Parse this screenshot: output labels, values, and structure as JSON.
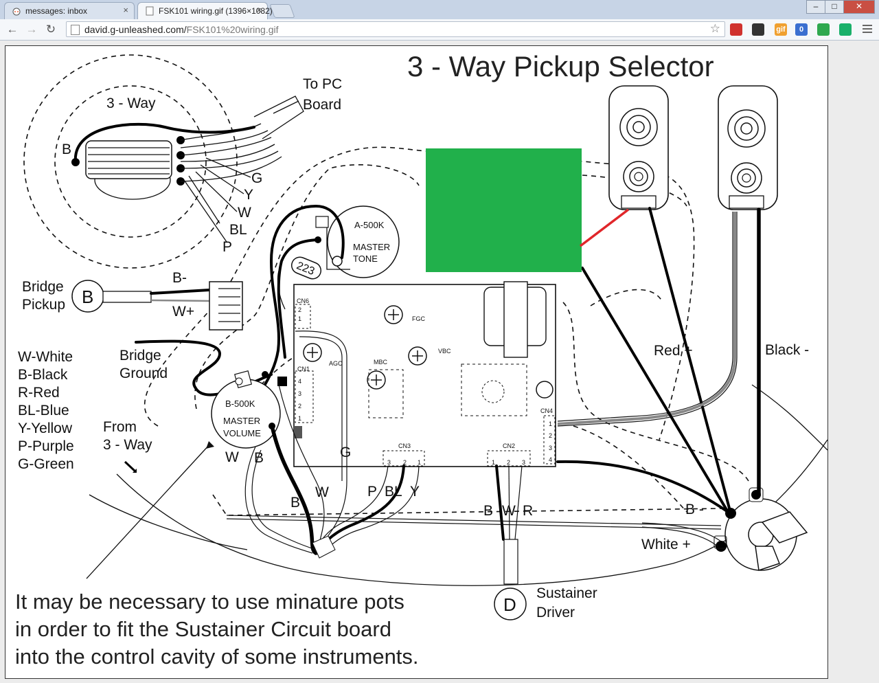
{
  "tabs": [
    {
      "title": "messages: inbox",
      "close": "×"
    },
    {
      "title": "FSK101 wiring.gif (1396×1082)",
      "close": "×"
    }
  ],
  "window_controls": {
    "minimize": "–",
    "maximize": "□",
    "close": "✕"
  },
  "toolbar": {
    "back": "←",
    "forward": "→",
    "reload": "↻",
    "url_host": "david.g-unleashed.com/",
    "url_path": "FSK101%20wiring.gif",
    "bookmark": "☆"
  },
  "extensions": [
    {
      "name": "stop-icon",
      "label": "",
      "color": "#d0312d"
    },
    {
      "name": "mask-icon",
      "label": "",
      "color": "#333333"
    },
    {
      "name": "gif-icon",
      "label": "gif",
      "color": "#f0a030"
    },
    {
      "name": "lock-badge-icon",
      "label": "0",
      "color": "#3b6fd0"
    },
    {
      "name": "leaf-icon",
      "label": "",
      "color": "#2fa84f"
    },
    {
      "name": "pushbullet-icon",
      "label": "",
      "color": "#19b06a"
    }
  ],
  "diagram": {
    "title": "3 - Way Pickup Selector",
    "switch_label": "3 - Way",
    "switch_b": "B",
    "to_pc": [
      "To PC",
      "Board"
    ],
    "wire_letters": {
      "g": "G",
      "y": "Y",
      "w": "W",
      "bl": "BL",
      "p": "P"
    },
    "bridge_pickup": [
      "Bridge",
      "Pickup"
    ],
    "bridge_b": "B",
    "bminus": "B-",
    "wplus": "W+",
    "bridge_ground": [
      "Bridge",
      "Ground"
    ],
    "legend": [
      "W-White",
      "B-Black",
      "R-Red",
      "BL-Blue",
      "Y-Yellow",
      "P-Purple",
      "G-Green"
    ],
    "from_3way": [
      "From",
      "3 - Way"
    ],
    "pot_tone": [
      "A-500K",
      "MASTER",
      "TONE"
    ],
    "pot_volume": [
      "B-500K",
      "MASTER",
      "VOLUME"
    ],
    "cap": "223",
    "board_labels": {
      "cn6": "CN6",
      "cn1": "CN1",
      "cn3": "CN3",
      "cn2": "CN2",
      "cn4": "CN4",
      "fgc": "FGC",
      "vbc": "VBC",
      "agc": "AGC",
      "mbc": "MBC"
    },
    "cn6_pins": [
      "2",
      "1"
    ],
    "cn1_pins": [
      "4",
      "3",
      "2",
      "1"
    ],
    "cn3_pins": [
      "3",
      "2",
      "1"
    ],
    "cn2_pins": [
      "1",
      "2",
      "3"
    ],
    "cn4_pins": [
      "1",
      "2",
      "3",
      "4"
    ],
    "vol_w": "W",
    "vol_b": "B",
    "g_label": "G",
    "b_lower": "B",
    "w_lower": "W",
    "pbly": [
      "P",
      "BL",
      "Y"
    ],
    "bwr": [
      "B",
      "W",
      "R"
    ],
    "red_plus": "Red +",
    "black_minus": "Black -",
    "jack_bminus": "B -",
    "white_plus": "White +",
    "driver_d": "D",
    "sustainer": [
      "Sustainer",
      "Driver"
    ],
    "note": [
      "It may be necessary to use minature pots",
      "in order to fit the Sustainer Circuit board",
      "into the control cavity of some instruments."
    ],
    "green_block_color": "#21b04b"
  }
}
